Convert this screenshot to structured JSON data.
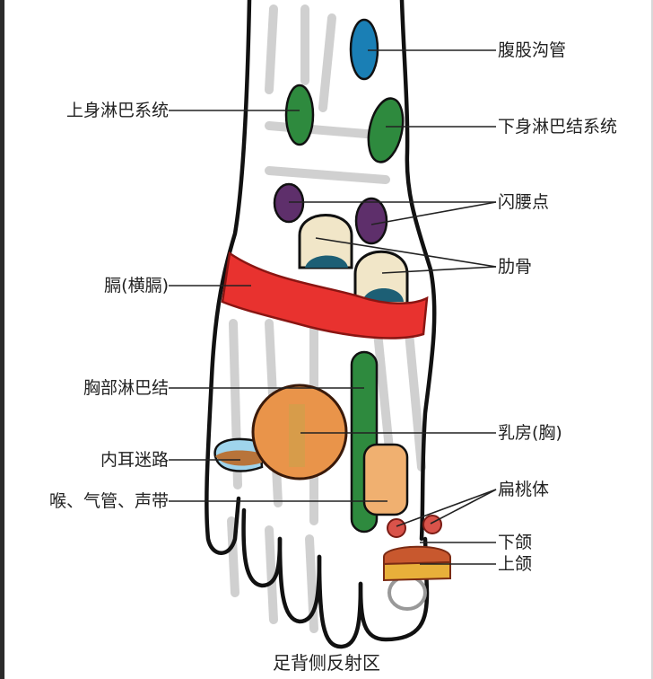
{
  "title": "足背侧反射区",
  "colors": {
    "inguinal": "#1a7fb5",
    "lymph_green": "#2e8a3e",
    "lumbar_purple": "#5e2f6b",
    "rib_cream": "#f1e6c8",
    "rib_teal": "#1d5f75",
    "diaphragm_red": "#e8322f",
    "chest_orange": "#e9944a",
    "ear_blue": "#9fd4ec",
    "ear_brown": "#b8743a",
    "breast_peach": "#f0b070",
    "tonsil_red": "#d9534a",
    "lower_jaw": "#c8582e",
    "upper_jaw": "#e8b03a",
    "outline": "#111111"
  },
  "labels": {
    "left": [
      {
        "id": "upper-body-lymph",
        "text": "上身淋巴系统"
      },
      {
        "id": "diaphragm",
        "text": "膈(横膈)"
      },
      {
        "id": "chest-lymph",
        "text": "胸部淋巴结"
      },
      {
        "id": "inner-ear",
        "text": "内耳迷路"
      },
      {
        "id": "throat",
        "text": "喉、气管、声带"
      }
    ],
    "right": [
      {
        "id": "inguinal-canal",
        "text": "腹股沟管"
      },
      {
        "id": "lower-body-lymph",
        "text": "下身淋巴结系统"
      },
      {
        "id": "lumbar-point",
        "text": "闪腰点"
      },
      {
        "id": "ribs",
        "text": "肋骨"
      },
      {
        "id": "breast",
        "text": "乳房(胸)"
      },
      {
        "id": "tonsils",
        "text": "扁桃体"
      },
      {
        "id": "lower-jaw",
        "text": "下颌"
      },
      {
        "id": "upper-jaw",
        "text": "上颌"
      }
    ]
  }
}
